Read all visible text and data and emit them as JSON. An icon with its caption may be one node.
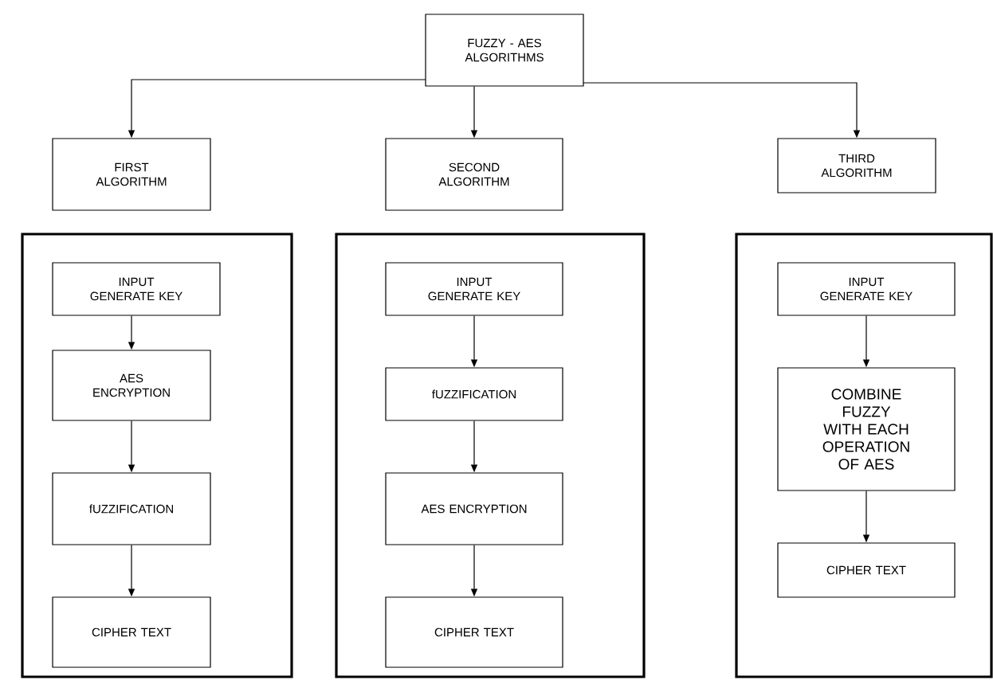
{
  "diagram": {
    "nodes": [
      {
        "text": [
          "FUZZY - AES ALGORITHMS"
        ]
      },
      {
        "text": [
          "FIRST ALGORITHM"
        ]
      },
      {
        "text": [
          "SECOND ALGORITHM"
        ]
      },
      {
        "text": [
          "THIRD ALGORITHM"
        ]
      },
      {
        "text": [],
        "shape": "box"
      },
      {
        "text": [
          "INPUT GENERATE KEY"
        ],
        "in": 4
      },
      {
        "text": [
          "AES ENCRYPTION"
        ],
        "in": 4
      },
      {
        "text": [
          "fUZZIFICATION"
        ],
        "in": 4
      },
      {
        "text": [
          "CIPHER TEXT"
        ],
        "in": 4
      },
      {
        "text": [],
        "shape": "box"
      },
      {
        "text": [
          "INPUT GENERATE KEY"
        ],
        "in": 9
      },
      {
        "text": [
          "fUZZIFICATION"
        ],
        "in": 9
      },
      {
        "text": [
          "AES ENCRYPTION"
        ],
        "in": 9
      },
      {
        "text": [
          "CIPHER TEXT"
        ],
        "in": 9
      },
      {
        "text": [],
        "shape": "box"
      },
      {
        "text": [
          "INPUT GENERATE KEY"
        ],
        "in": 14
      },
      {
        "text": [
          "COMBINE FUZZY WITH EACH OPERATION OF AES"
        ],
        "in": 14
      },
      {
        "text": [
          "CIPHER TEXT"
        ],
        "in": 14
      }
    ],
    "edges": [
      {
        "from": 0,
        "to": 1,
        "arrow": "to"
      },
      {
        "from": 0,
        "to": 2,
        "arrow": "to"
      },
      {
        "from": 0,
        "to": 3,
        "arrow": "to"
      },
      {
        "from": 5,
        "to": 6,
        "arrow": "to"
      },
      {
        "from": 6,
        "to": 7,
        "arrow": "to"
      },
      {
        "from": 7,
        "to": 8,
        "arrow": "to"
      },
      {
        "from": 10,
        "to": 11,
        "arrow": "to"
      },
      {
        "from": 11,
        "to": 12,
        "arrow": "to"
      },
      {
        "from": 12,
        "to": 13,
        "arrow": "to"
      },
      {
        "from": 15,
        "to": 16,
        "arrow": "to"
      },
      {
        "from": 16,
        "to": 17,
        "arrow": "to"
      }
    ]
  }
}
